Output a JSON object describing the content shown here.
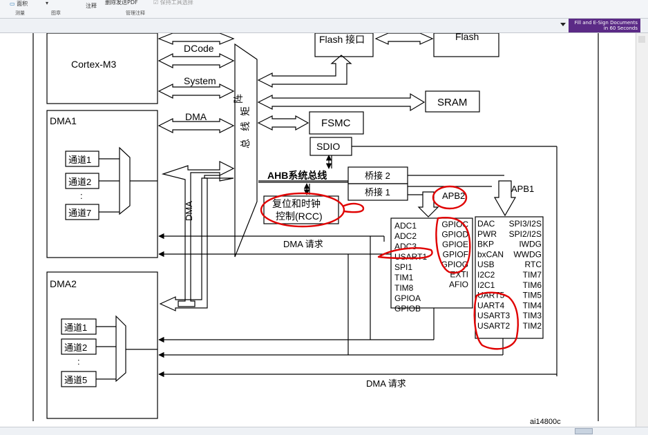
{
  "ribbon": {
    "item1": "面积",
    "group1": "测量",
    "group2": "图章",
    "annotate": "注释",
    "delete_send_pdf": "删除发送PDF",
    "keep_tool": "保持工具选择",
    "group3": "管理注释"
  },
  "ad": {
    "line1": "Fill and E-Sign Documents",
    "line2": "in 60 Seconds"
  },
  "diagram": {
    "cortex": "Cortex-M3",
    "dcode": "DCode",
    "system": "System",
    "dma_bus": "DMA",
    "flash_if": "Flash 接口",
    "flash": "Flash",
    "sram": "SRAM",
    "fsmc": "FSMC",
    "sdio": "SDIO",
    "bus_matrix": [
      "总",
      "线",
      "矩",
      "阵"
    ],
    "ahb": "AHB系统总线",
    "bridge2": "桥接 2",
    "bridge1": "桥接 1",
    "rcc_line1": "复位和时钟",
    "rcc_line2": "控制(RCC)",
    "apb2": "APB2",
    "apb1": "APB1",
    "dma1": "DMA1",
    "dma2": "DMA2",
    "dma_vertical": "DMA",
    "dma_request": "DMA 请求",
    "dma1_channels": [
      "通道1",
      "通道2",
      "通道7"
    ],
    "dma2_channels": [
      "通道1",
      "通道2",
      "通道5"
    ],
    "ellipsis": ":",
    "apb2_left": [
      "ADC1",
      "ADC2",
      "ADC3",
      "USART1",
      "SPI1",
      "TIM1",
      "TIM8",
      "GPIOA",
      "GPIOB"
    ],
    "apb2_right": [
      "GPIOC",
      "GPIOD",
      "GPIOE",
      "GPIOF",
      "GPIOG",
      "EXTI",
      "AFIO"
    ],
    "apb1_left": [
      "DAC",
      "PWR",
      "BKP",
      "bxCAN",
      "USB",
      "I2C2",
      "I2C1",
      "UART5",
      "UART4",
      "USART3",
      "USART2"
    ],
    "apb1_right": [
      "SPI3/I2S",
      "SPI2/I2S",
      "IWDG",
      "WWDG",
      "RTC",
      "TIM7",
      "TIM6",
      "TIM5",
      "TIM4",
      "TIM3",
      "TIM2"
    ],
    "figure_id": "ai14800c"
  },
  "colors": {
    "ink": "#000000",
    "annotation": "#e00000",
    "ad_bg": "#5b2a86"
  }
}
